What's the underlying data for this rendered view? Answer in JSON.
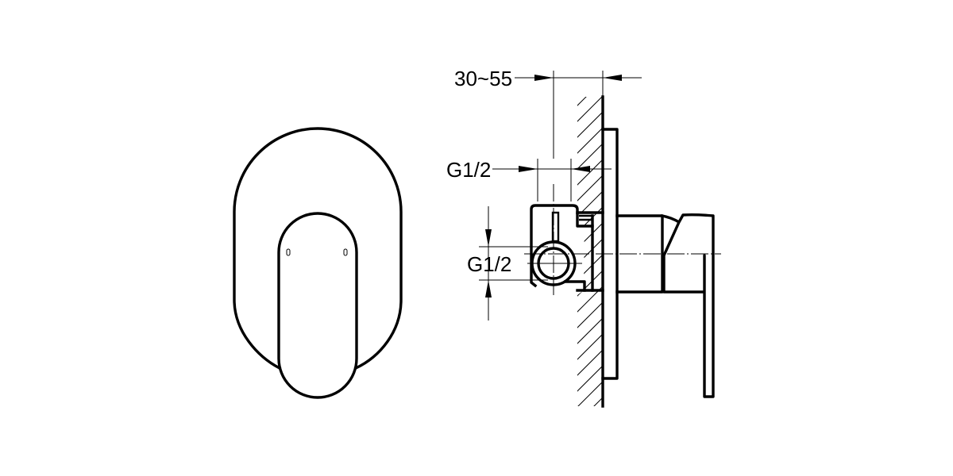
{
  "drawing": {
    "front_view": {
      "description": "Front view of concealed shower mixer: oval cover plate with lever handle"
    },
    "side_view": {
      "description": "Side section view of mixer mounted in wall"
    },
    "dimensions": {
      "wall_depth": "30~55",
      "top_connection": "G1/2",
      "side_connection": "G1/2"
    }
  }
}
